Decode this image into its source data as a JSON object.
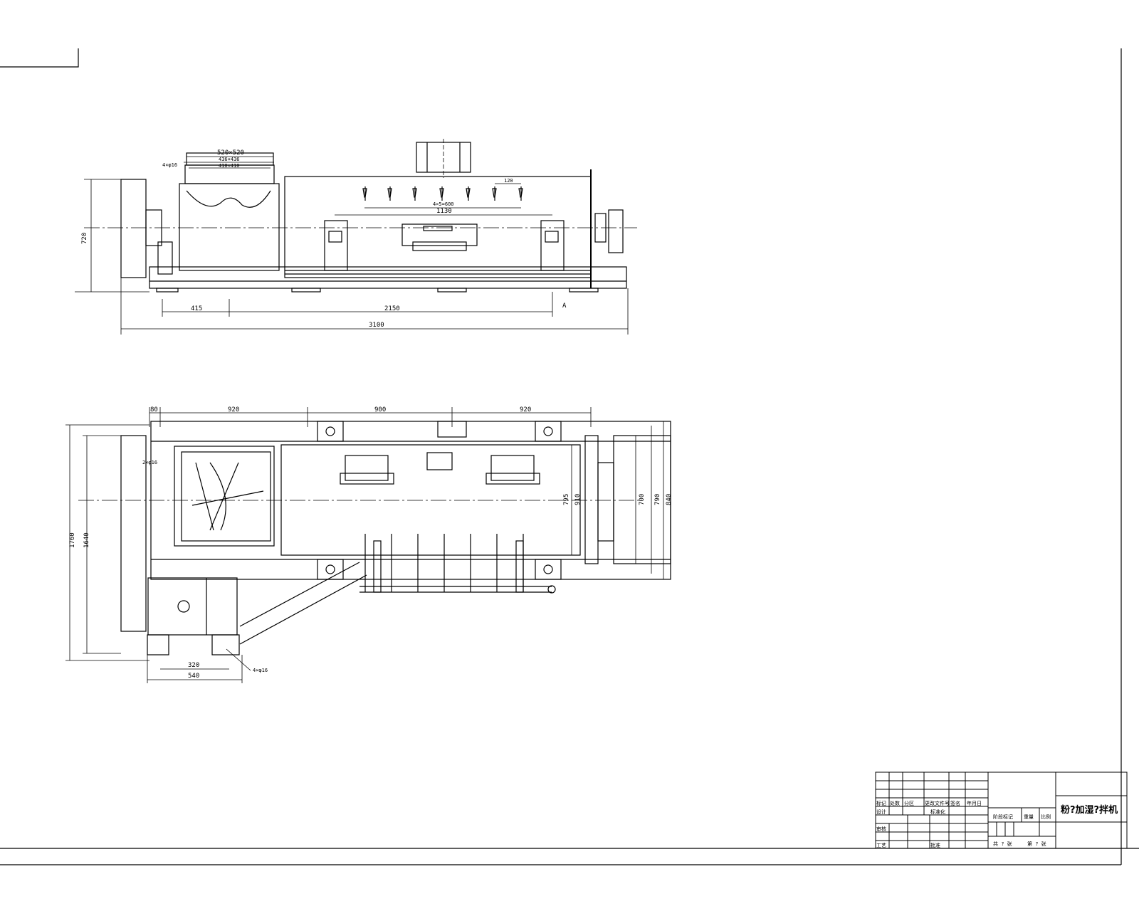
{
  "drawing": {
    "title": "粉?加湿?拌机",
    "line_color": "#000000",
    "background": "#ffffff"
  },
  "side_view": {
    "dims": {
      "inlet_outer": "520×520",
      "inlet_mid": "436×436",
      "inlet_inner": "410×410",
      "hole_note": "4×φ16",
      "pipe_spacing": "120",
      "pipe_note": "4×5=600",
      "pitch": "1130",
      "height": "720",
      "left_offset": "415",
      "span": "2150",
      "total_length": "3100",
      "section_mark": "A"
    }
  },
  "plan_view": {
    "dims": {
      "top_a": "80",
      "top_b": "920",
      "top_c": "900",
      "top_d": "920",
      "overall_width": "1760",
      "inner_width": "1640",
      "shaft_width": "795",
      "body_width": "910",
      "right_a": "700",
      "right_b": "790",
      "right_c": "840",
      "foot_inner": "320",
      "foot_outer": "540",
      "foot_hole": "4×φ16",
      "flange_hole": "2×φ16"
    }
  },
  "title_block": {
    "h_mark": "标记",
    "h_count": "处数",
    "h_zone": "分区",
    "h_docno": "更改文件号",
    "h_sign": "签名",
    "h_date": "年月日",
    "r_design": "设计",
    "r_standard": "标准化",
    "r_review": "审核",
    "r_process": "工艺",
    "r_approve": "批准",
    "stage": "阶段标记",
    "weight": "重量",
    "scale": "比例",
    "sheets": "共 ? 张",
    "sheet_no": "第 ? 张"
  }
}
